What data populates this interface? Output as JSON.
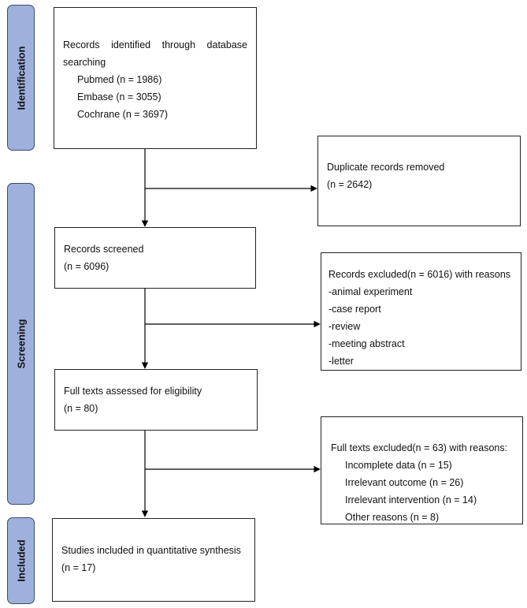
{
  "phases": {
    "identification": "Identification",
    "screening": "Screening",
    "included": "Included"
  },
  "identified": {
    "line1_words": [
      "Records",
      "identified",
      "through",
      "database"
    ],
    "line2": "searching",
    "sources": [
      "Pubmed (n = 1986)",
      "Embase (n = 3055)",
      "Cochrane (n = 3697)"
    ]
  },
  "duplicates": {
    "label": "Duplicate records removed",
    "count": "(n = 2642)"
  },
  "screened": {
    "label": "Records screened",
    "count": "(n = 6096)"
  },
  "excluded_records": {
    "label": "Records excluded(n = 6016) with reasons",
    "reasons": [
      "-animal experiment",
      "-case report",
      "-review",
      "-meeting abstract",
      "-letter"
    ]
  },
  "fulltext": {
    "label": "Full texts assessed for eligibility",
    "count": "(n = 80)"
  },
  "fulltext_excluded": {
    "label": "Full texts excluded(n = 63) with reasons:",
    "reasons": [
      "Incomplete data (n = 15)",
      "Irrelevant outcome (n = 26)",
      "Irrelevant intervention (n = 14)",
      "Other reasons (n = 8)"
    ]
  },
  "included_studies": {
    "label": "Studies included in quantitative synthesis",
    "count": "(n = 17)"
  }
}
